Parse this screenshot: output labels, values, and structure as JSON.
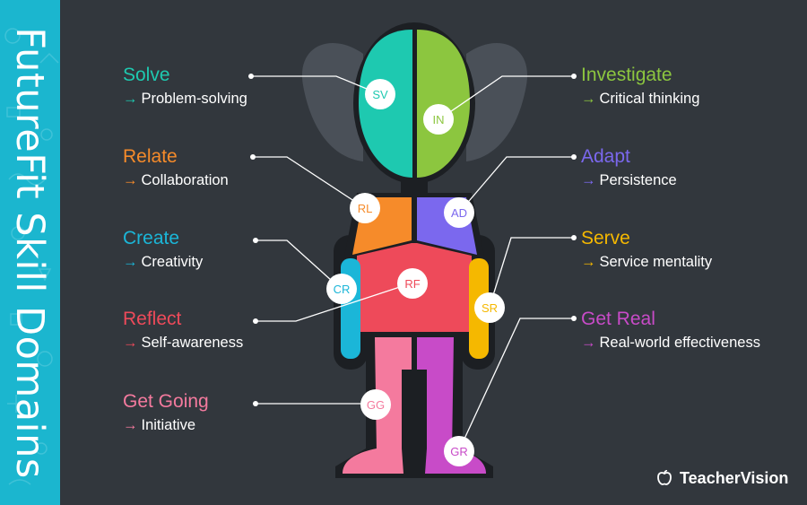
{
  "title": "FutureFit Skill Domains",
  "brand": {
    "name": "TeacherVision",
    "icon": "apple-icon"
  },
  "colors": {
    "background": "#32373d",
    "sidebar": "#1bb6cf",
    "solve": "#1ec9b0",
    "investigate": "#8cc63f",
    "relate": "#f68b2a",
    "adapt": "#7b68ee",
    "create": "#1bb6d8",
    "serve": "#f5b800",
    "reflect": "#ee4a5a",
    "get_real": "#c84bc8",
    "get_going": "#f47a9e"
  },
  "domains": [
    {
      "code": "SV",
      "name": "Solve",
      "skill": "Problem-solving"
    },
    {
      "code": "IN",
      "name": "Investigate",
      "skill": "Critical thinking"
    },
    {
      "code": "RL",
      "name": "Relate",
      "skill": "Collaboration"
    },
    {
      "code": "AD",
      "name": "Adapt",
      "skill": "Persistence"
    },
    {
      "code": "CR",
      "name": "Create",
      "skill": "Creativity"
    },
    {
      "code": "SR",
      "name": "Serve",
      "skill": "Service mentality"
    },
    {
      "code": "RF",
      "name": "Reflect",
      "skill": "Self-awareness"
    },
    {
      "code": "GR",
      "name": "Get Real",
      "skill": "Real-world effectiveness"
    },
    {
      "code": "GG",
      "name": "Get Going",
      "skill": "Initiative"
    }
  ],
  "arrow": "→"
}
